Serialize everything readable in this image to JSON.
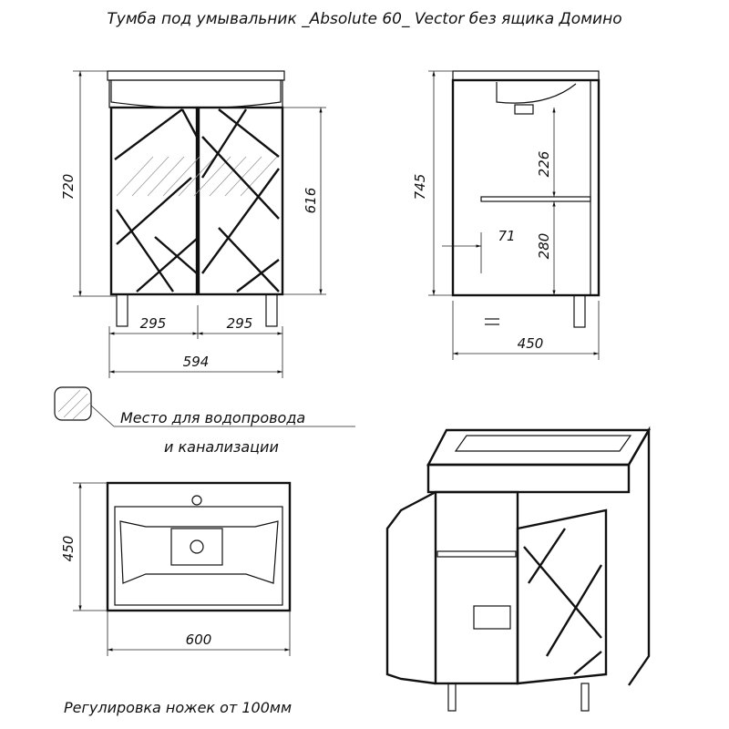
{
  "title": "Тумба под умывальник _Absolute 60_ Vector без ящика Домино",
  "front_view": {
    "height": "720",
    "door_height": "616",
    "door_left_width": "295",
    "door_right_width": "295",
    "total_width": "594"
  },
  "side_view": {
    "height": "745",
    "upper_gap": "226",
    "lower_gap": "280",
    "offset": "71",
    "depth": "450"
  },
  "legend": {
    "line1": "Место для водопровода",
    "line2": "и канализации"
  },
  "top_view": {
    "depth": "450",
    "width": "600"
  },
  "footnote": "Регулировка ножек от 100мм"
}
